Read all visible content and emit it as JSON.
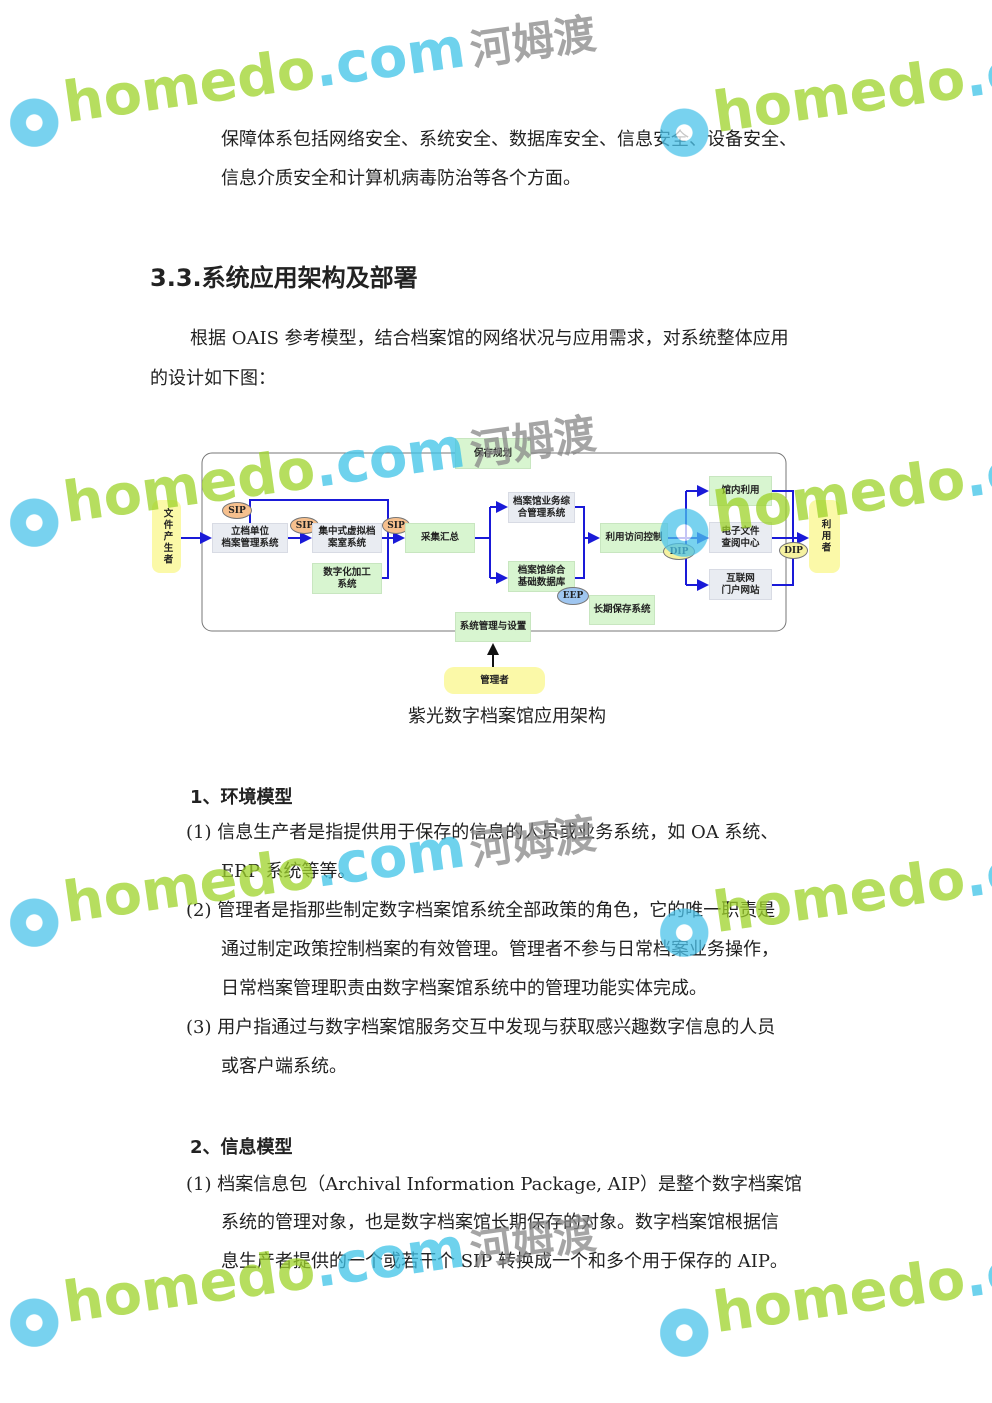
{
  "intro_lines": [
    "保障体系包括网络安全、系统安全、数据库安全、信息安全、设备安全、",
    "信息介质安全和计算机病毒防治等各个方面。"
  ],
  "heading": "3.3.系统应用架构及部署",
  "para_lines": [
    "根据 OAIS 参考模型，结合档案馆的网络状况与应用需求，对系统整体应用",
    "的设计如下图："
  ],
  "diagram": {
    "preservation_planning": "保存规划",
    "producer": "文件产生者",
    "unit_system": [
      "立档单位",
      "档案管理系统"
    ],
    "sip": "SIP",
    "virtual_room": [
      "集中式虚拟档",
      "案室系统"
    ],
    "digitization": [
      "数字化加工",
      "系统"
    ],
    "collection": "采集汇总",
    "business_mgmt": [
      "档案馆业务综",
      "合管理系统"
    ],
    "base_db": [
      "档案馆综合",
      "基础数据库"
    ],
    "eep": "EEP",
    "long_term": "长期保存系统",
    "access_control": "利用访问控制",
    "dip": "DIP",
    "in_house": "馆内利用",
    "e_file_center": [
      "电子文件",
      "查阅中心"
    ],
    "portal": [
      "互联网",
      "门户网站"
    ],
    "consumer": "利用者",
    "sys_admin": "系统管理与设置",
    "manager": "管理者"
  },
  "caption": "紫光数字档案馆应用架构",
  "section1": {
    "title": "1、环境模型",
    "lines": [
      "(1) 信息生产者是指提供用于保存的信息的人员或业务系统，如 OA 系统、",
      "ERP 系统等等。",
      "(2) 管理者是指那些制定数字档案馆系统全部政策的角色，它的唯一职责是",
      "通过制定政策控制档案的有效管理。管理者不参与日常档案业务操作，",
      "日常档案管理职责由数字档案馆系统中的管理功能实体完成。",
      "(3) 用户指通过与数字档案馆服务交互中发现与获取感兴趣数字信息的人员",
      "或客户端系统。"
    ]
  },
  "section2": {
    "title": "2、信息模型",
    "lines": [
      "(1) 档案信息包（Archival Information Package, AIP）是整个数字档案馆",
      "系统的管理对象，也是数字档案馆长期保存的对象。数字档案馆根据信",
      "息生产者提供的一个或若干个 SIP 转换成一个和多个用于保存的 AIP。"
    ]
  },
  "watermark": {
    "brand": "homedo",
    "domain": ".com",
    "cn": "河姆渡"
  }
}
